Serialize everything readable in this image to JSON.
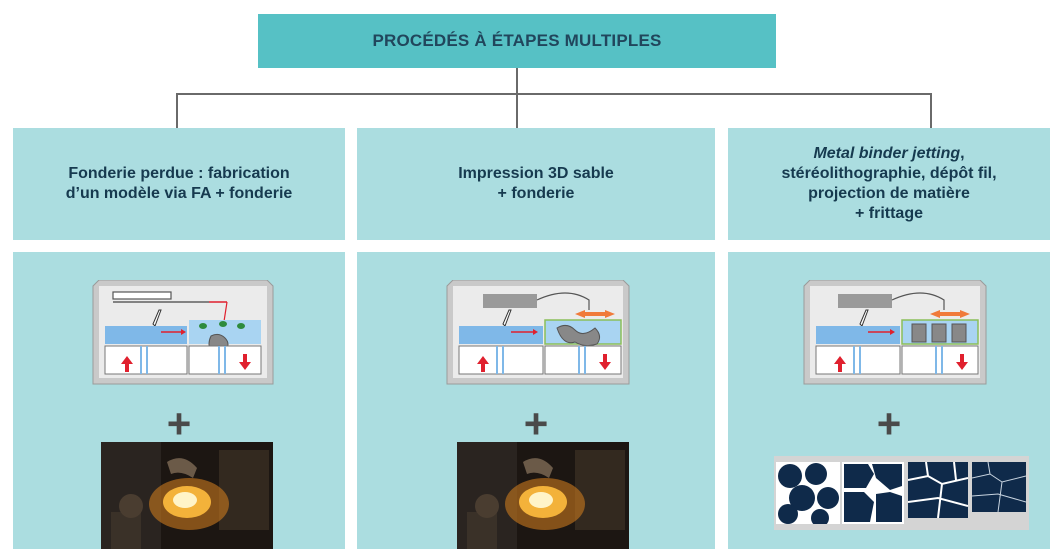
{
  "title": "PROCÉDÉS À ÉTAPES MULTIPLES",
  "columns": [
    {
      "lines": [
        "Fonderie perdue : fabrication",
        "d’un modèle via FA + fonderie"
      ],
      "process_illustration": "laser-powder-bed-machine",
      "operator": "+",
      "result_illustration": "foundry-casting-photo"
    },
    {
      "lines": [
        "Impression 3D sable",
        "+ fonderie"
      ],
      "process_illustration": "binder-jetting-machine",
      "operator": "+",
      "result_illustration": "foundry-casting-photo"
    },
    {
      "lines_italic": "Metal binder jetting",
      "lines_after_italic": ",",
      "lines": [
        "stéréolithographie, dépôt fil,",
        "projection de matière",
        "+ frittage"
      ],
      "process_illustration": "binder-jetting-machine",
      "operator": "+",
      "result_illustration": "sintering-microstructure-sequence"
    }
  ],
  "colors": {
    "title_bg": "#56c1c5",
    "column_bg": "#abdde0",
    "title_text": "#21465c",
    "header_text": "#163a4f",
    "arrow_red": "#e0202e",
    "nozzle_orange": "#f07a3a",
    "powder_blue": "#7fb8e8"
  }
}
